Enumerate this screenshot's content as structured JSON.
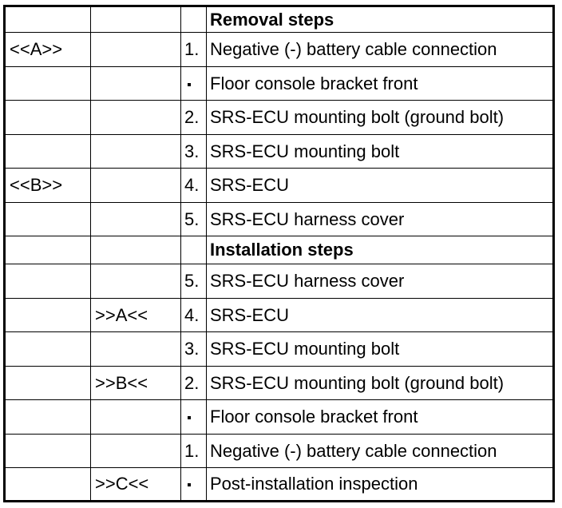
{
  "rows": [
    {
      "col1": "",
      "col2": "",
      "num": "",
      "desc": "Removal steps",
      "heading": true
    },
    {
      "col1": "<<A>>",
      "col2": "",
      "num": "1.",
      "desc": "Negative (-) battery cable connection"
    },
    {
      "col1": "",
      "col2": "",
      "num": "•",
      "desc": "Floor console bracket front"
    },
    {
      "col1": "",
      "col2": "",
      "num": "2.",
      "desc": "SRS-ECU mounting bolt (ground bolt)"
    },
    {
      "col1": "",
      "col2": "",
      "num": "3.",
      "desc": "SRS-ECU mounting bolt"
    },
    {
      "col1": "<<B>>",
      "col2": "",
      "num": "4.",
      "desc": "SRS-ECU"
    },
    {
      "col1": "",
      "col2": "",
      "num": "5.",
      "desc": "SRS-ECU harness cover"
    },
    {
      "col1": "",
      "col2": "",
      "num": "",
      "desc": "Installation steps",
      "heading": true
    },
    {
      "col1": "",
      "col2": "",
      "num": "5.",
      "desc": "SRS-ECU harness cover"
    },
    {
      "col1": "",
      "col2": ">>A<<",
      "num": "4.",
      "desc": "SRS-ECU"
    },
    {
      "col1": "",
      "col2": "",
      "num": "3.",
      "desc": "SRS-ECU mounting bolt"
    },
    {
      "col1": "",
      "col2": ">>B<<",
      "num": "2.",
      "desc": "SRS-ECU mounting bolt (ground bolt)"
    },
    {
      "col1": "",
      "col2": "",
      "num": "•",
      "desc": "Floor console bracket front"
    },
    {
      "col1": "",
      "col2": "",
      "num": "1.",
      "desc": "Negative (-) battery cable connection"
    },
    {
      "col1": "",
      "col2": ">>C<<",
      "num": "•",
      "desc": "Post-installation inspection"
    }
  ]
}
